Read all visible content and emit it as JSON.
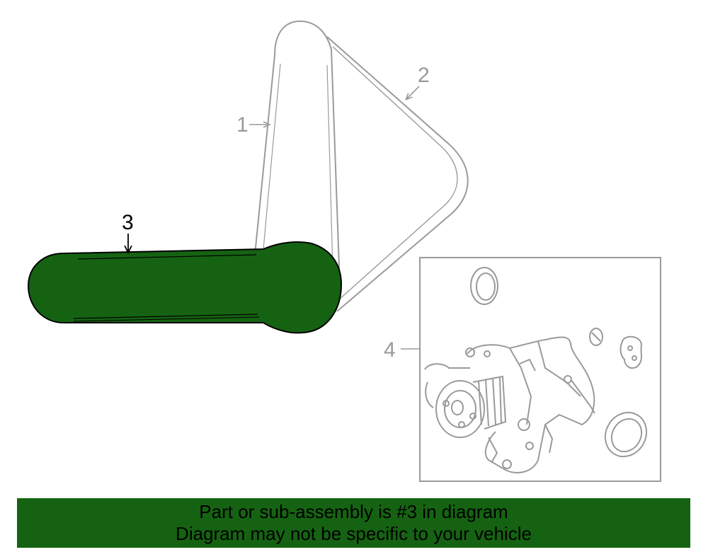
{
  "callouts": {
    "c1": "1",
    "c2": "2",
    "c3": "3",
    "c4": "4"
  },
  "banner": {
    "line1": "Part or sub-assembly is #3 in diagram",
    "line2": "Diagram may not be specific to your vehicle"
  },
  "colors": {
    "highlight": "#156312",
    "line_gray": "#9a9a9a",
    "outline": "#000000"
  },
  "highlighted_part": "3"
}
